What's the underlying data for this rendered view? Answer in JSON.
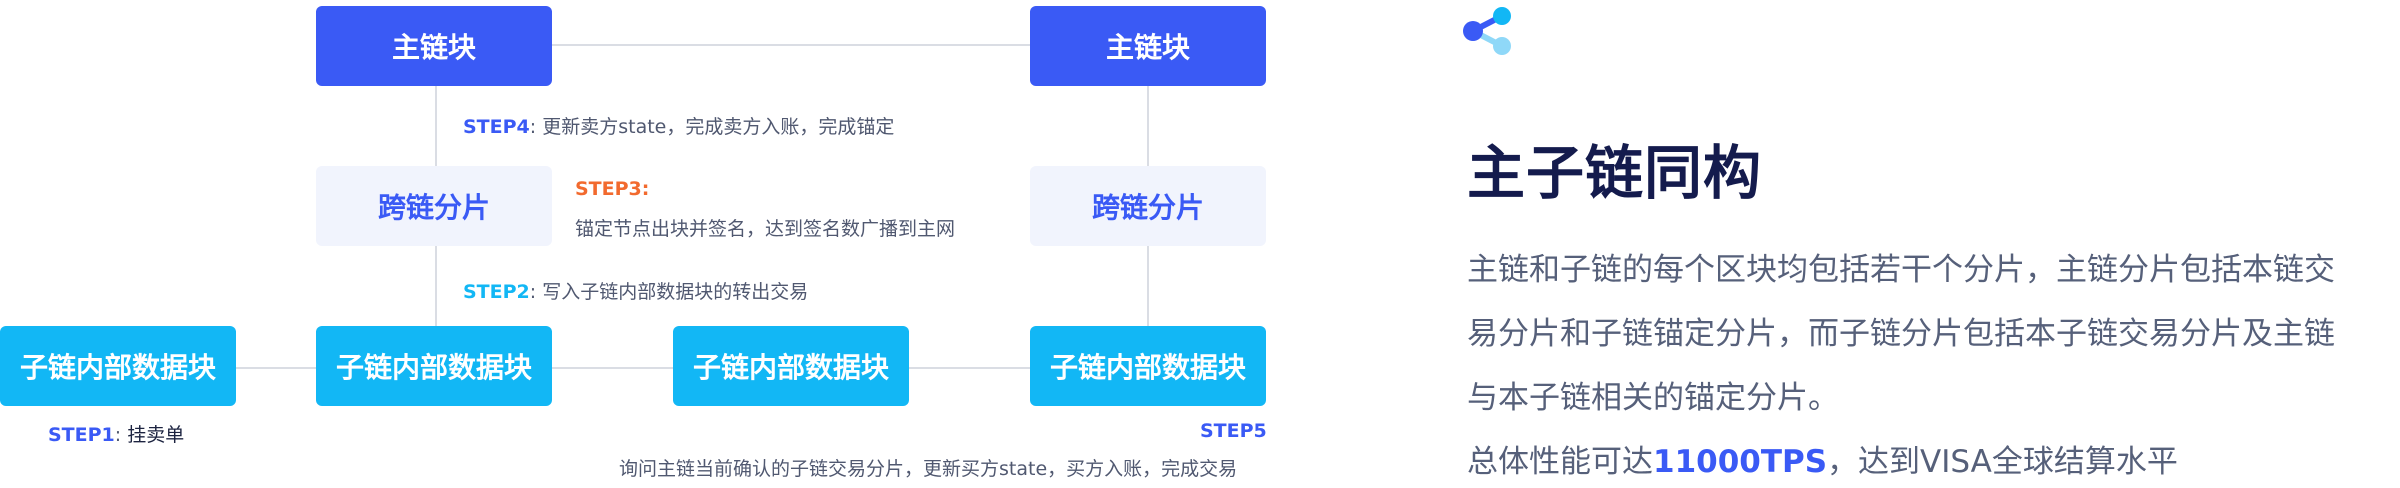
{
  "diagram": {
    "main_block_left": "主链块",
    "main_block_right": "主链块",
    "cross_shard_left": "跨链分片",
    "cross_shard_right": "跨链分片",
    "child_blocks": [
      "子链内部数据块",
      "子链内部数据块",
      "子链内部数据块",
      "子链内部数据块"
    ],
    "step4": {
      "tag": "STEP4",
      "sep": ":",
      "text": "更新卖方state，完成卖方入账，完成锚定"
    },
    "step3": {
      "tag": "STEP3:",
      "text": "锚定节点出块并签名，达到签名数广播到主网"
    },
    "step2": {
      "tag": "STEP2",
      "sep": ":",
      "text": "写入子链内部数据块的转出交易"
    },
    "step1": {
      "tag": "STEP1",
      "sep": ":",
      "text": "挂卖单"
    },
    "step5": {
      "tag": "STEP5",
      "text": "询问主链当前确认的子链交易分片，更新买方state，买方入账，完成交易"
    }
  },
  "info": {
    "logo_icon": "share-nodes-icon",
    "title": "主子链同构",
    "desc_line1": "主链和子链的每个区块均包括若干个分片，主链分片包括本链交",
    "desc_line2": "易分片和子链锚定分片，而子链分片包括本子链交易分片及主链",
    "desc_line3": "与本子链相关的锚定分片。",
    "perf_prefix": "总体性能可达",
    "perf_value": "11000TPS",
    "perf_suffix": "，达到VISA全球结算水平"
  },
  "colors": {
    "main_block": "#3a5af5",
    "cross_shard_bg": "#f1f4fd",
    "child_block": "#12b7f5",
    "step3_tag": "#f26a2e",
    "title": "#141b4d"
  }
}
